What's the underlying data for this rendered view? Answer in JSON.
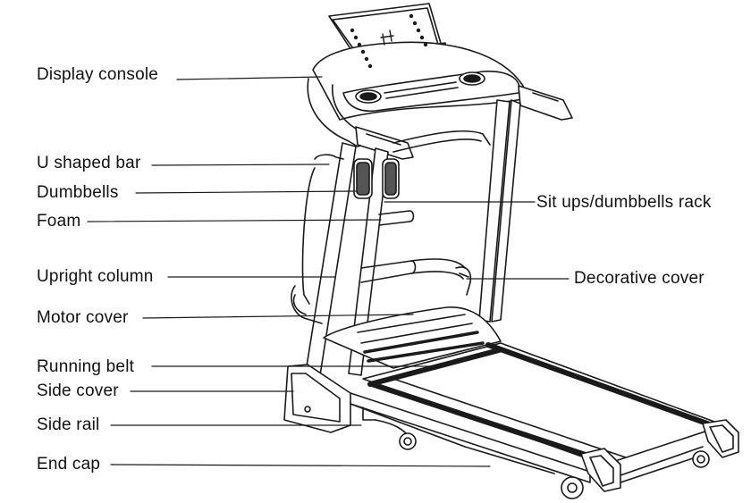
{
  "labels": {
    "display_console": "Display console",
    "u_shaped_bar": "U shaped bar",
    "dumbbells": "Dumbbells",
    "foam": "Foam",
    "upright_column": "Upright column",
    "motor_cover": "Motor cover",
    "running_belt": "Running belt",
    "side_cover": "Side cover",
    "side_rail": "Side rail",
    "end_cap": "End cap",
    "situps_rack": "Sit ups/dumbbells rack",
    "decorative_cover": "Decorative cover"
  }
}
